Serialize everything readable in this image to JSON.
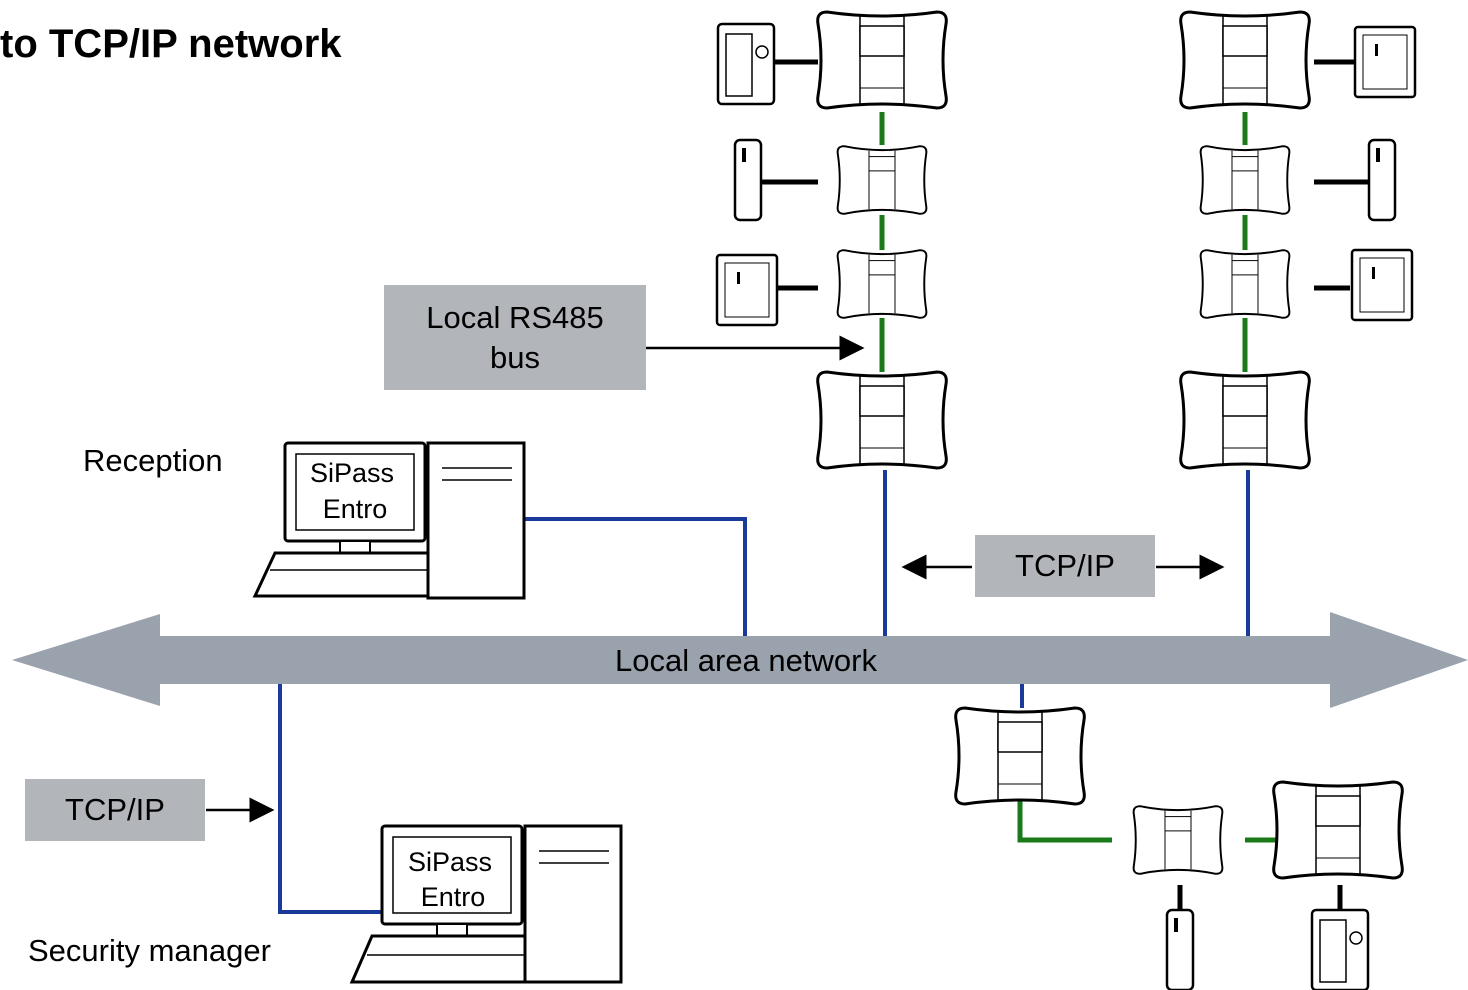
{
  "title": "to TCP/IP network",
  "labels": {
    "reception": "Reception",
    "security_manager": "Security manager",
    "lan": "Local area network"
  },
  "boxes": {
    "rs485_line1": "Local RS485",
    "rs485_line2": "bus",
    "tcpip_top": "TCP/IP",
    "tcpip_left": "TCP/IP"
  },
  "computers": {
    "reception_line1": "SiPass",
    "reception_line2": "Entro",
    "security_line1": "SiPass",
    "security_line2": "Entro"
  },
  "colors": {
    "bus": "#1a7a1a",
    "tcpip": "#1a3a9a",
    "lan_arrow": "#9aa2ad",
    "label_box": "#b2b6bb"
  }
}
